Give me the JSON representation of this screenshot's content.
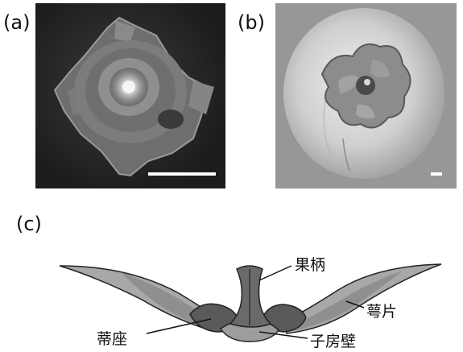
{
  "panels": {
    "a": {
      "label": "(a)"
    },
    "b": {
      "label": "(b)"
    },
    "c": {
      "label": "(c)"
    }
  },
  "diagram_labels": {
    "fruit_stalk": "果柄",
    "sepal": "萼片",
    "receptacle": "蒂座",
    "ovary_wall": "子房壁"
  },
  "colors": {
    "sepal_light": "#a8a8a8",
    "sepal_mid": "#8c8c8c",
    "receptacle_dark": "#5a5a5a",
    "stalk": "#6a6a6a",
    "ovary": "#9d9d9d",
    "photo_a_bg": "#2b2b2b",
    "photo_b_bg": "#8e8e8e"
  }
}
